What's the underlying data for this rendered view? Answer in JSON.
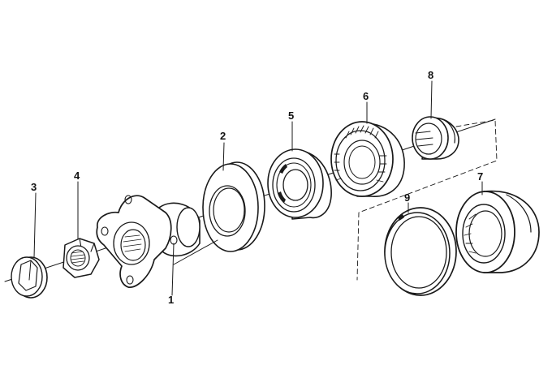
{
  "labels": {
    "p1": "1",
    "p2": "2",
    "p3": "3",
    "p4": "4",
    "p5": "5",
    "p6": "6",
    "p7": "7",
    "p8": "8",
    "p9": "9"
  },
  "colors": {
    "ink": "#1a1a1a",
    "background": "#ffffff",
    "shade": "#d8d8d8"
  }
}
